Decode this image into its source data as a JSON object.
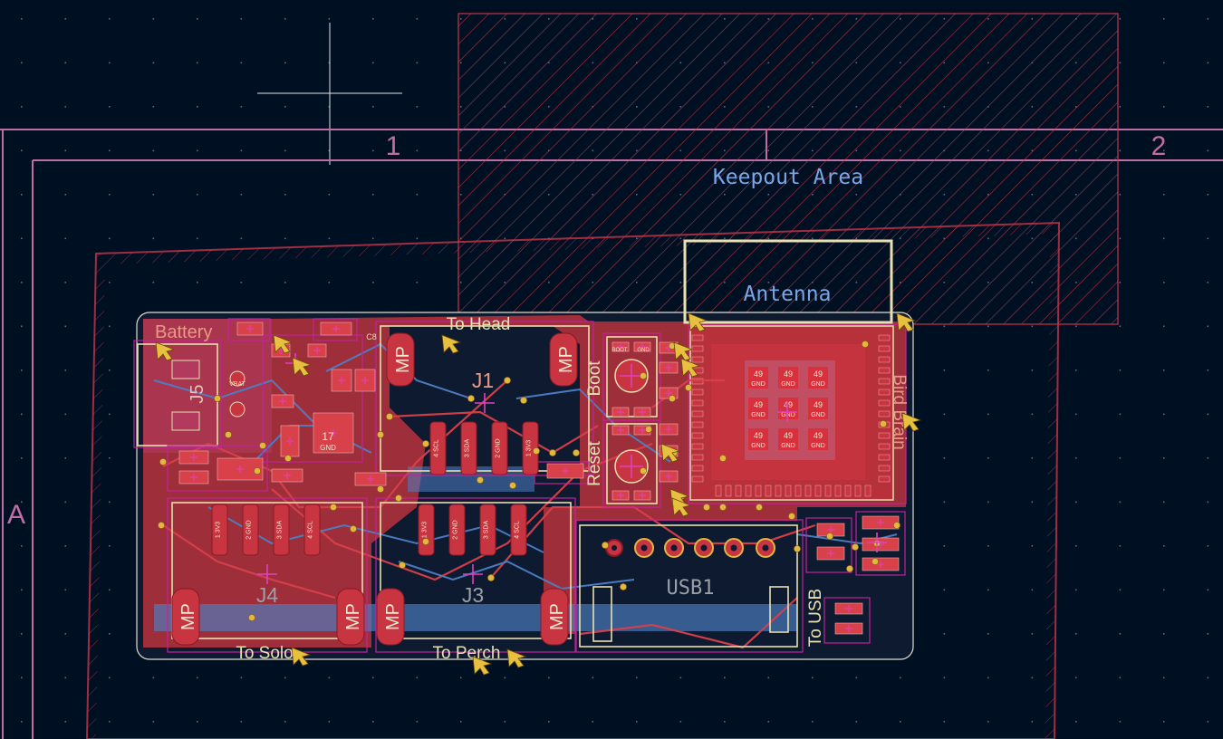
{
  "sheet": {
    "column_labels": [
      "1",
      "2"
    ],
    "row_labels": [
      "A"
    ]
  },
  "zones": {
    "keepout_label": "Keepout Area",
    "antenna_label": "Antenna"
  },
  "connectors": {
    "battery": "Battery",
    "j5": "J5",
    "to_head": "To Head",
    "j1": "J1",
    "j1_pins": [
      "4\nSCL",
      "3\nSDA",
      "2\nGND",
      "1\n3V3"
    ],
    "j4": "J4",
    "j4_pins": [
      "1\n3V3",
      "2\nGND",
      "3\nSDA",
      "4\nSCL"
    ],
    "to_solo": "To Solo",
    "j3": "J3",
    "j3_pins": [
      "1\n3V3",
      "2\nGND",
      "3\nSDA",
      "4\nSCL"
    ],
    "to_perch": "To Perch",
    "mp": "MP",
    "usb1": "USB1",
    "to_usb": "To USB",
    "boot": "Boot",
    "reset": "Reset",
    "bird_brain": "Bird Brain",
    "c8": "C8",
    "u_pad": "17",
    "u_pad_net": "GND",
    "vbat": "VBAT",
    "sw_boot": "BOOT",
    "sw_gnd": "GND"
  },
  "module": {
    "pad_number": "49",
    "pad_net": "GND"
  },
  "colors": {
    "background": "#001023",
    "grid": "#5a6a80",
    "sheet_frame": "#c26ea6",
    "keepout": "#c8344a",
    "copper_front": "#c8343f",
    "copper_back": "#4d7fc4",
    "silkscreen": "#e8e0b0",
    "courtyard": "#c0239c",
    "via": "#e0b840",
    "zone_text": "#7aa6e6",
    "marker": "#e8c040"
  }
}
